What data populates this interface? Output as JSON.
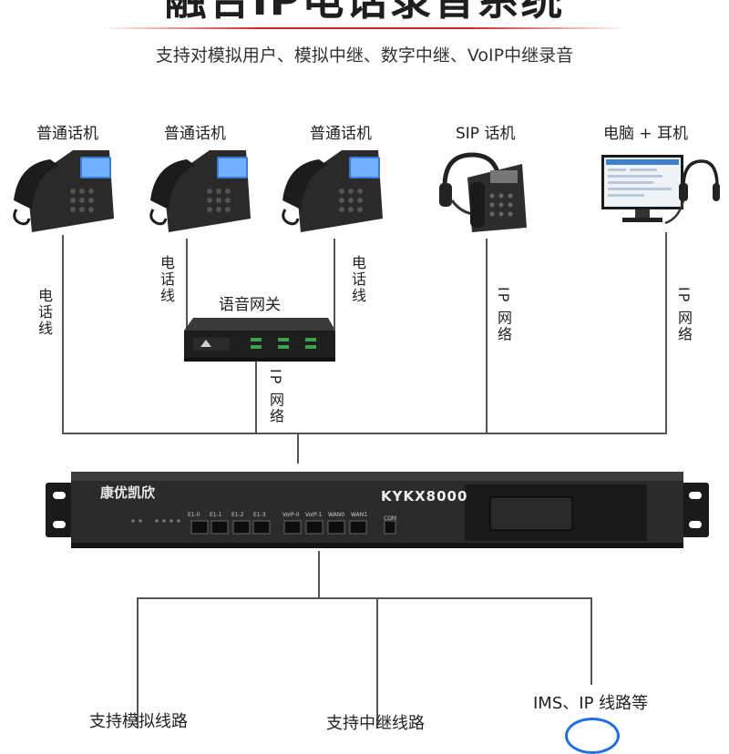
{
  "header": {
    "title": "融合IP电话录音系统",
    "subtitle": "支持对模拟用户、模拟中继、数字中继、VoIP中继录音"
  },
  "devices": {
    "phone1_label": "普通话机",
    "phone2_label": "普通话机",
    "phone3_label": "普通话机",
    "sip_label": "SIP 话机",
    "pc_label": "电脑 + 耳机"
  },
  "connections": {
    "phone1_line": "电话线",
    "phone2_line": "电话线",
    "phone3_line": "电话线",
    "gateway_ip": "IP 网络",
    "sip_ip": "IP 网络",
    "pc_ip": "IP 网络"
  },
  "gateway": {
    "label": "语音网关"
  },
  "recorder": {
    "brand": "康优凯欣",
    "model": "KYKX8000",
    "ports": [
      "E1-0",
      "E1-1",
      "E1-2",
      "E1-3",
      "VoIP-0",
      "VoIP-1",
      "WAN0",
      "WAN1",
      "COM"
    ]
  },
  "bottom": {
    "analog": "支持模拟线路",
    "trunk": "支持中继线路",
    "ims": "IMS、IP 线路等"
  }
}
